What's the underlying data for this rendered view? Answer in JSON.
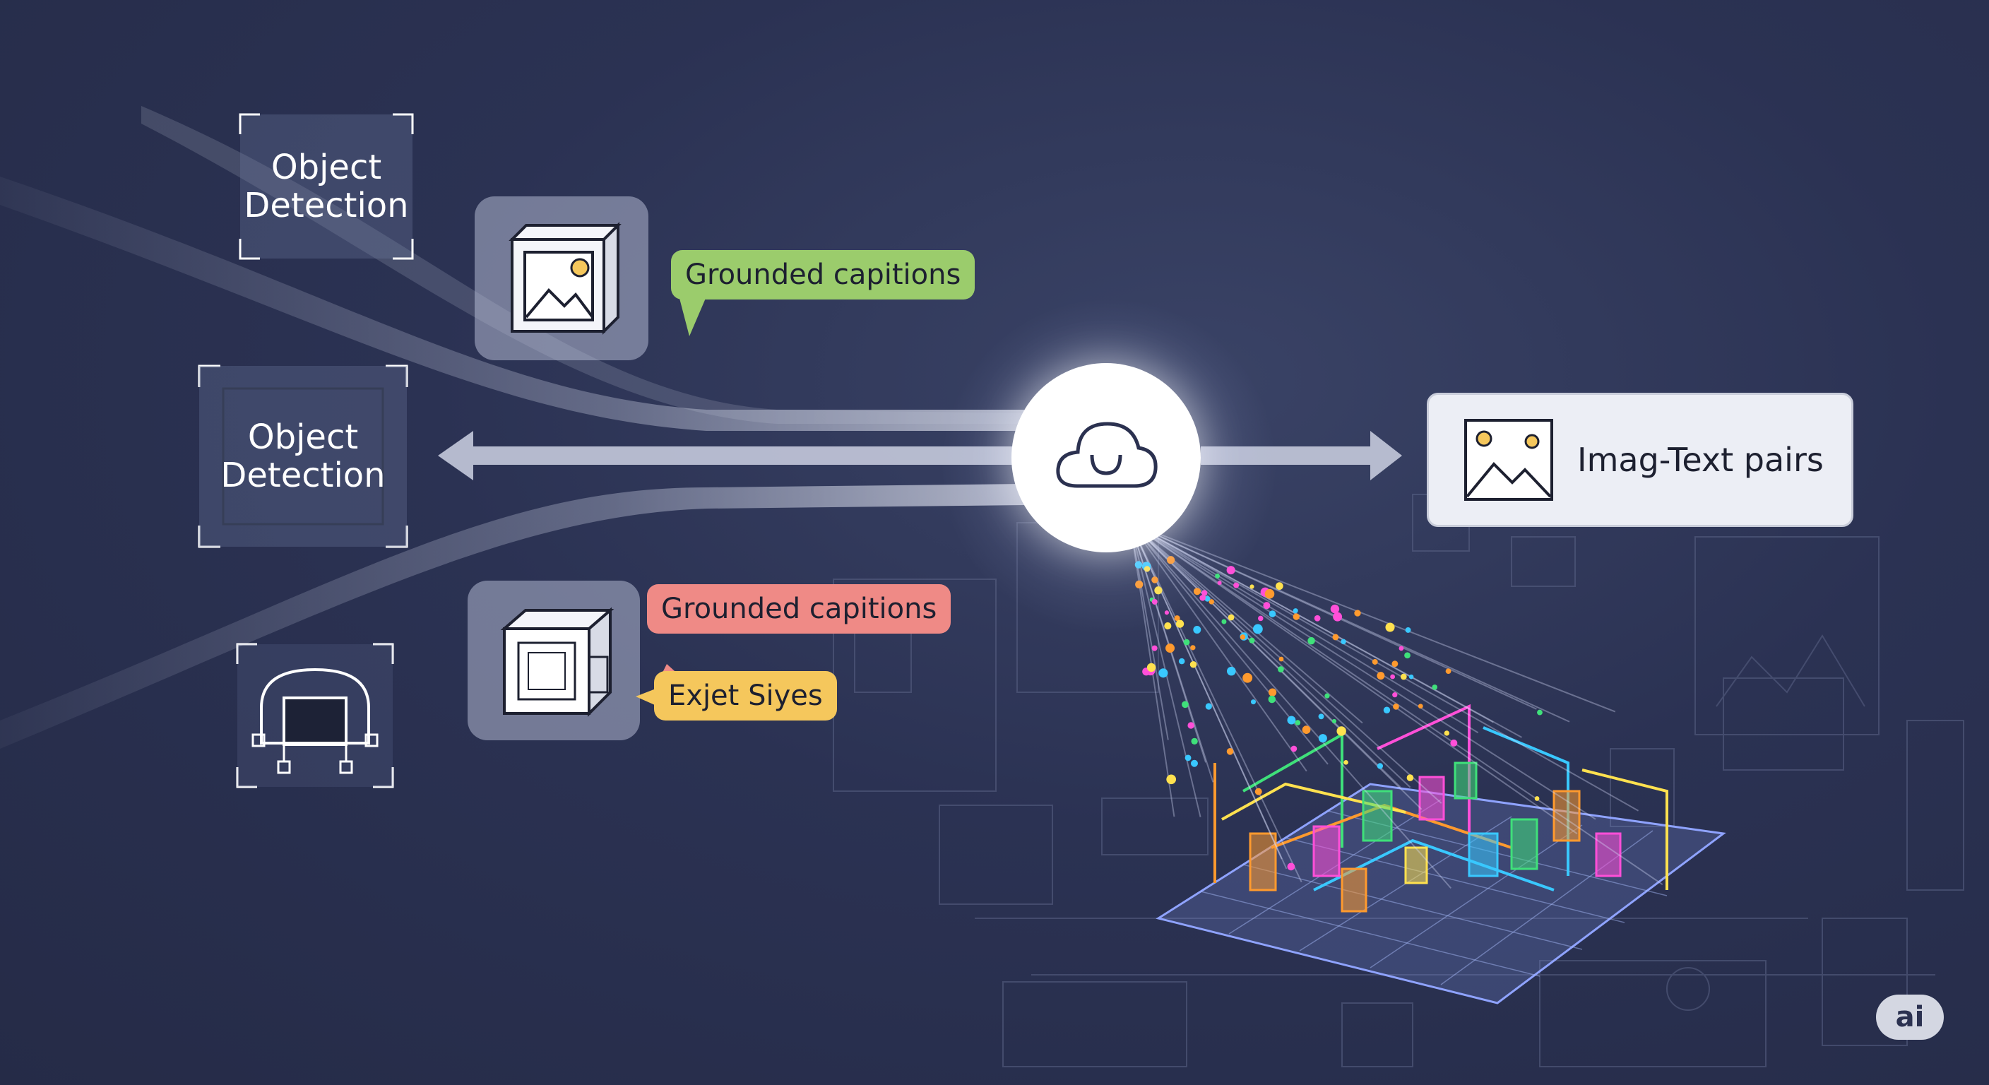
{
  "diagram": {
    "left_nodes": [
      {
        "id": "object-detection-top",
        "label": "Object\nDetection"
      },
      {
        "id": "object-detection-middle",
        "label": "Object\nDetection"
      }
    ],
    "bubbles": [
      {
        "id": "grounded-captions-top",
        "label": "Grounded capitions",
        "color": "#9bcc6c"
      },
      {
        "id": "grounded-captions-bottom",
        "label": "Grounded capitions",
        "color": "#ef8a86"
      },
      {
        "id": "object-sizes",
        "label": "Exjet Siyes",
        "color": "#f5c75c"
      }
    ],
    "output_card": {
      "label": "Imag-Text pairs"
    },
    "icons": [
      "image-frame-icon",
      "cube-icon",
      "robot-icon",
      "cloud-hub-icon",
      "image-icon"
    ],
    "badge": "ai",
    "colors": {
      "background": "#2a3150",
      "beam": "#c8cde0",
      "hub": "#ffffff",
      "card": "#eceef5",
      "neon": [
        "#ff9a2e",
        "#3fe07a",
        "#ff4fd8",
        "#39c8ff",
        "#ffe14f"
      ]
    }
  }
}
